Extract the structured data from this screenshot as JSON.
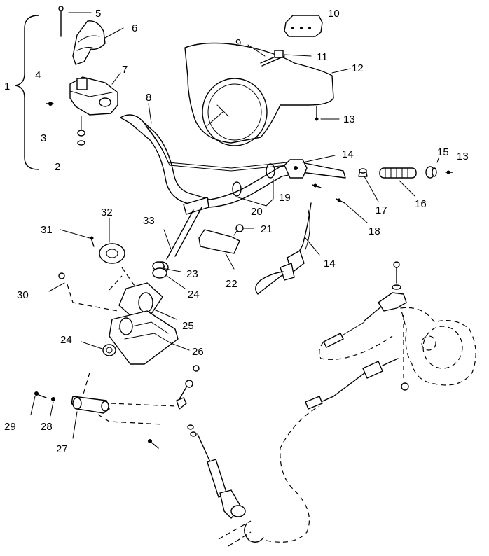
{
  "diagram": {
    "callouts": [
      {
        "id": "c1",
        "label": "1"
      },
      {
        "id": "c2",
        "label": "2"
      },
      {
        "id": "c3",
        "label": "3"
      },
      {
        "id": "c4",
        "label": "4"
      },
      {
        "id": "c5",
        "label": "5"
      },
      {
        "id": "c6",
        "label": "6"
      },
      {
        "id": "c7",
        "label": "7"
      },
      {
        "id": "c8",
        "label": "8"
      },
      {
        "id": "c9",
        "label": "9"
      },
      {
        "id": "c10",
        "label": "10"
      },
      {
        "id": "c11",
        "label": "11"
      },
      {
        "id": "c12",
        "label": "12"
      },
      {
        "id": "c13a",
        "label": "13"
      },
      {
        "id": "c13b",
        "label": "13"
      },
      {
        "id": "c14a",
        "label": "14"
      },
      {
        "id": "c14b",
        "label": "14"
      },
      {
        "id": "c15",
        "label": "15"
      },
      {
        "id": "c16",
        "label": "16"
      },
      {
        "id": "c17",
        "label": "17"
      },
      {
        "id": "c18",
        "label": "18"
      },
      {
        "id": "c19",
        "label": "19"
      },
      {
        "id": "c20",
        "label": "20"
      },
      {
        "id": "c21",
        "label": "21"
      },
      {
        "id": "c22",
        "label": "22"
      },
      {
        "id": "c23",
        "label": "23"
      },
      {
        "id": "c24a",
        "label": "24"
      },
      {
        "id": "c24b",
        "label": "24"
      },
      {
        "id": "c25",
        "label": "25"
      },
      {
        "id": "c26",
        "label": "26"
      },
      {
        "id": "c27",
        "label": "27"
      },
      {
        "id": "c28",
        "label": "28"
      },
      {
        "id": "c29",
        "label": "29"
      },
      {
        "id": "c30",
        "label": "30"
      },
      {
        "id": "c31",
        "label": "31"
      },
      {
        "id": "c32",
        "label": "32"
      },
      {
        "id": "c33",
        "label": "33"
      }
    ]
  }
}
